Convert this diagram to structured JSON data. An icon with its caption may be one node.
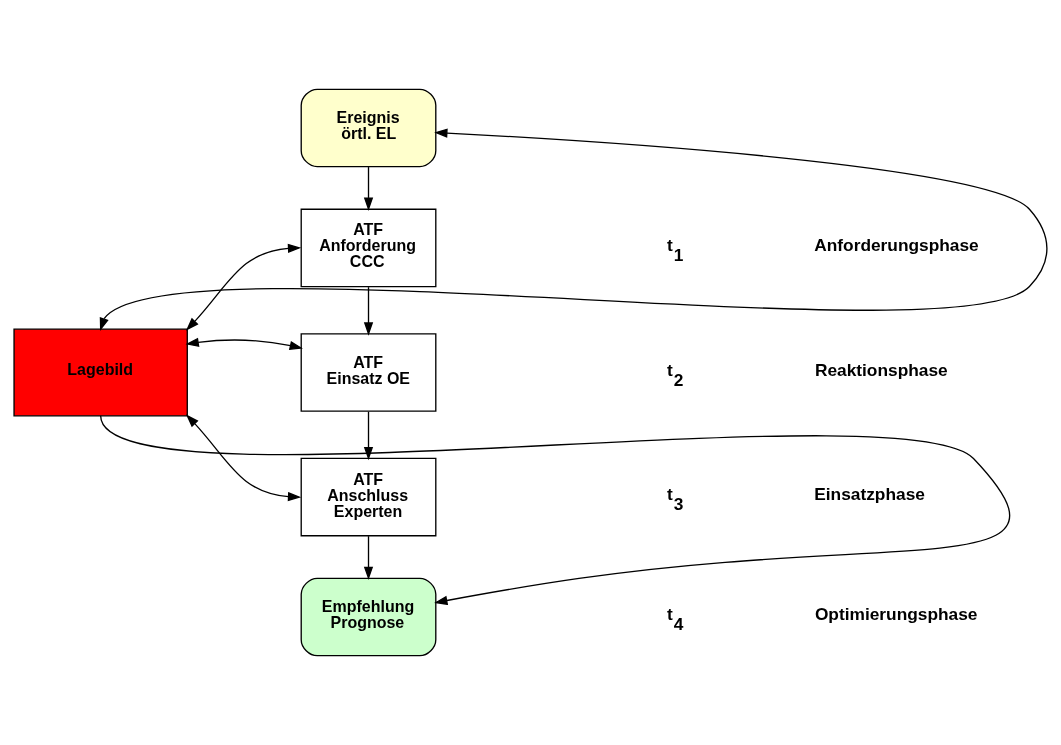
{
  "diagram": {
    "nodes": [
      {
        "text": [
          "Ereignis örtl. EL"
        ]
      },
      {
        "text": [
          "ATF Anforderung CCC"
        ]
      },
      {
        "text": [
          "ATF Einsatz OE"
        ]
      },
      {
        "text": [
          "ATF Anschluss Experten"
        ]
      },
      {
        "text": [
          "Empfehlung Prognose"
        ]
      },
      {
        "text": [
          "Lagebild"
        ]
      }
    ],
    "edges": [
      {
        "from": 0,
        "to": 1,
        "arrow": "to"
      },
      {
        "from": 1,
        "to": 2,
        "arrow": "to"
      },
      {
        "from": 2,
        "to": 3,
        "arrow": "to"
      },
      {
        "from": 3,
        "to": 4,
        "arrow": "to"
      },
      {
        "from": 5,
        "to": 0,
        "arrow": "both"
      },
      {
        "from": 5,
        "to": 1,
        "arrow": "both"
      },
      {
        "from": 5,
        "to": 2,
        "arrow": "both"
      },
      {
        "from": 5,
        "to": 3,
        "arrow": "both"
      },
      {
        "from": 5,
        "to": 4,
        "arrow": "to"
      }
    ],
    "labels": [
      "t$_{1}$",
      "Anforderungsphase",
      "t$_{2}$",
      "Reaktionsphase",
      "t$_{3}$",
      "Einsatzphase",
      "t$_{4}$",
      "Optimierungsphase"
    ]
  }
}
